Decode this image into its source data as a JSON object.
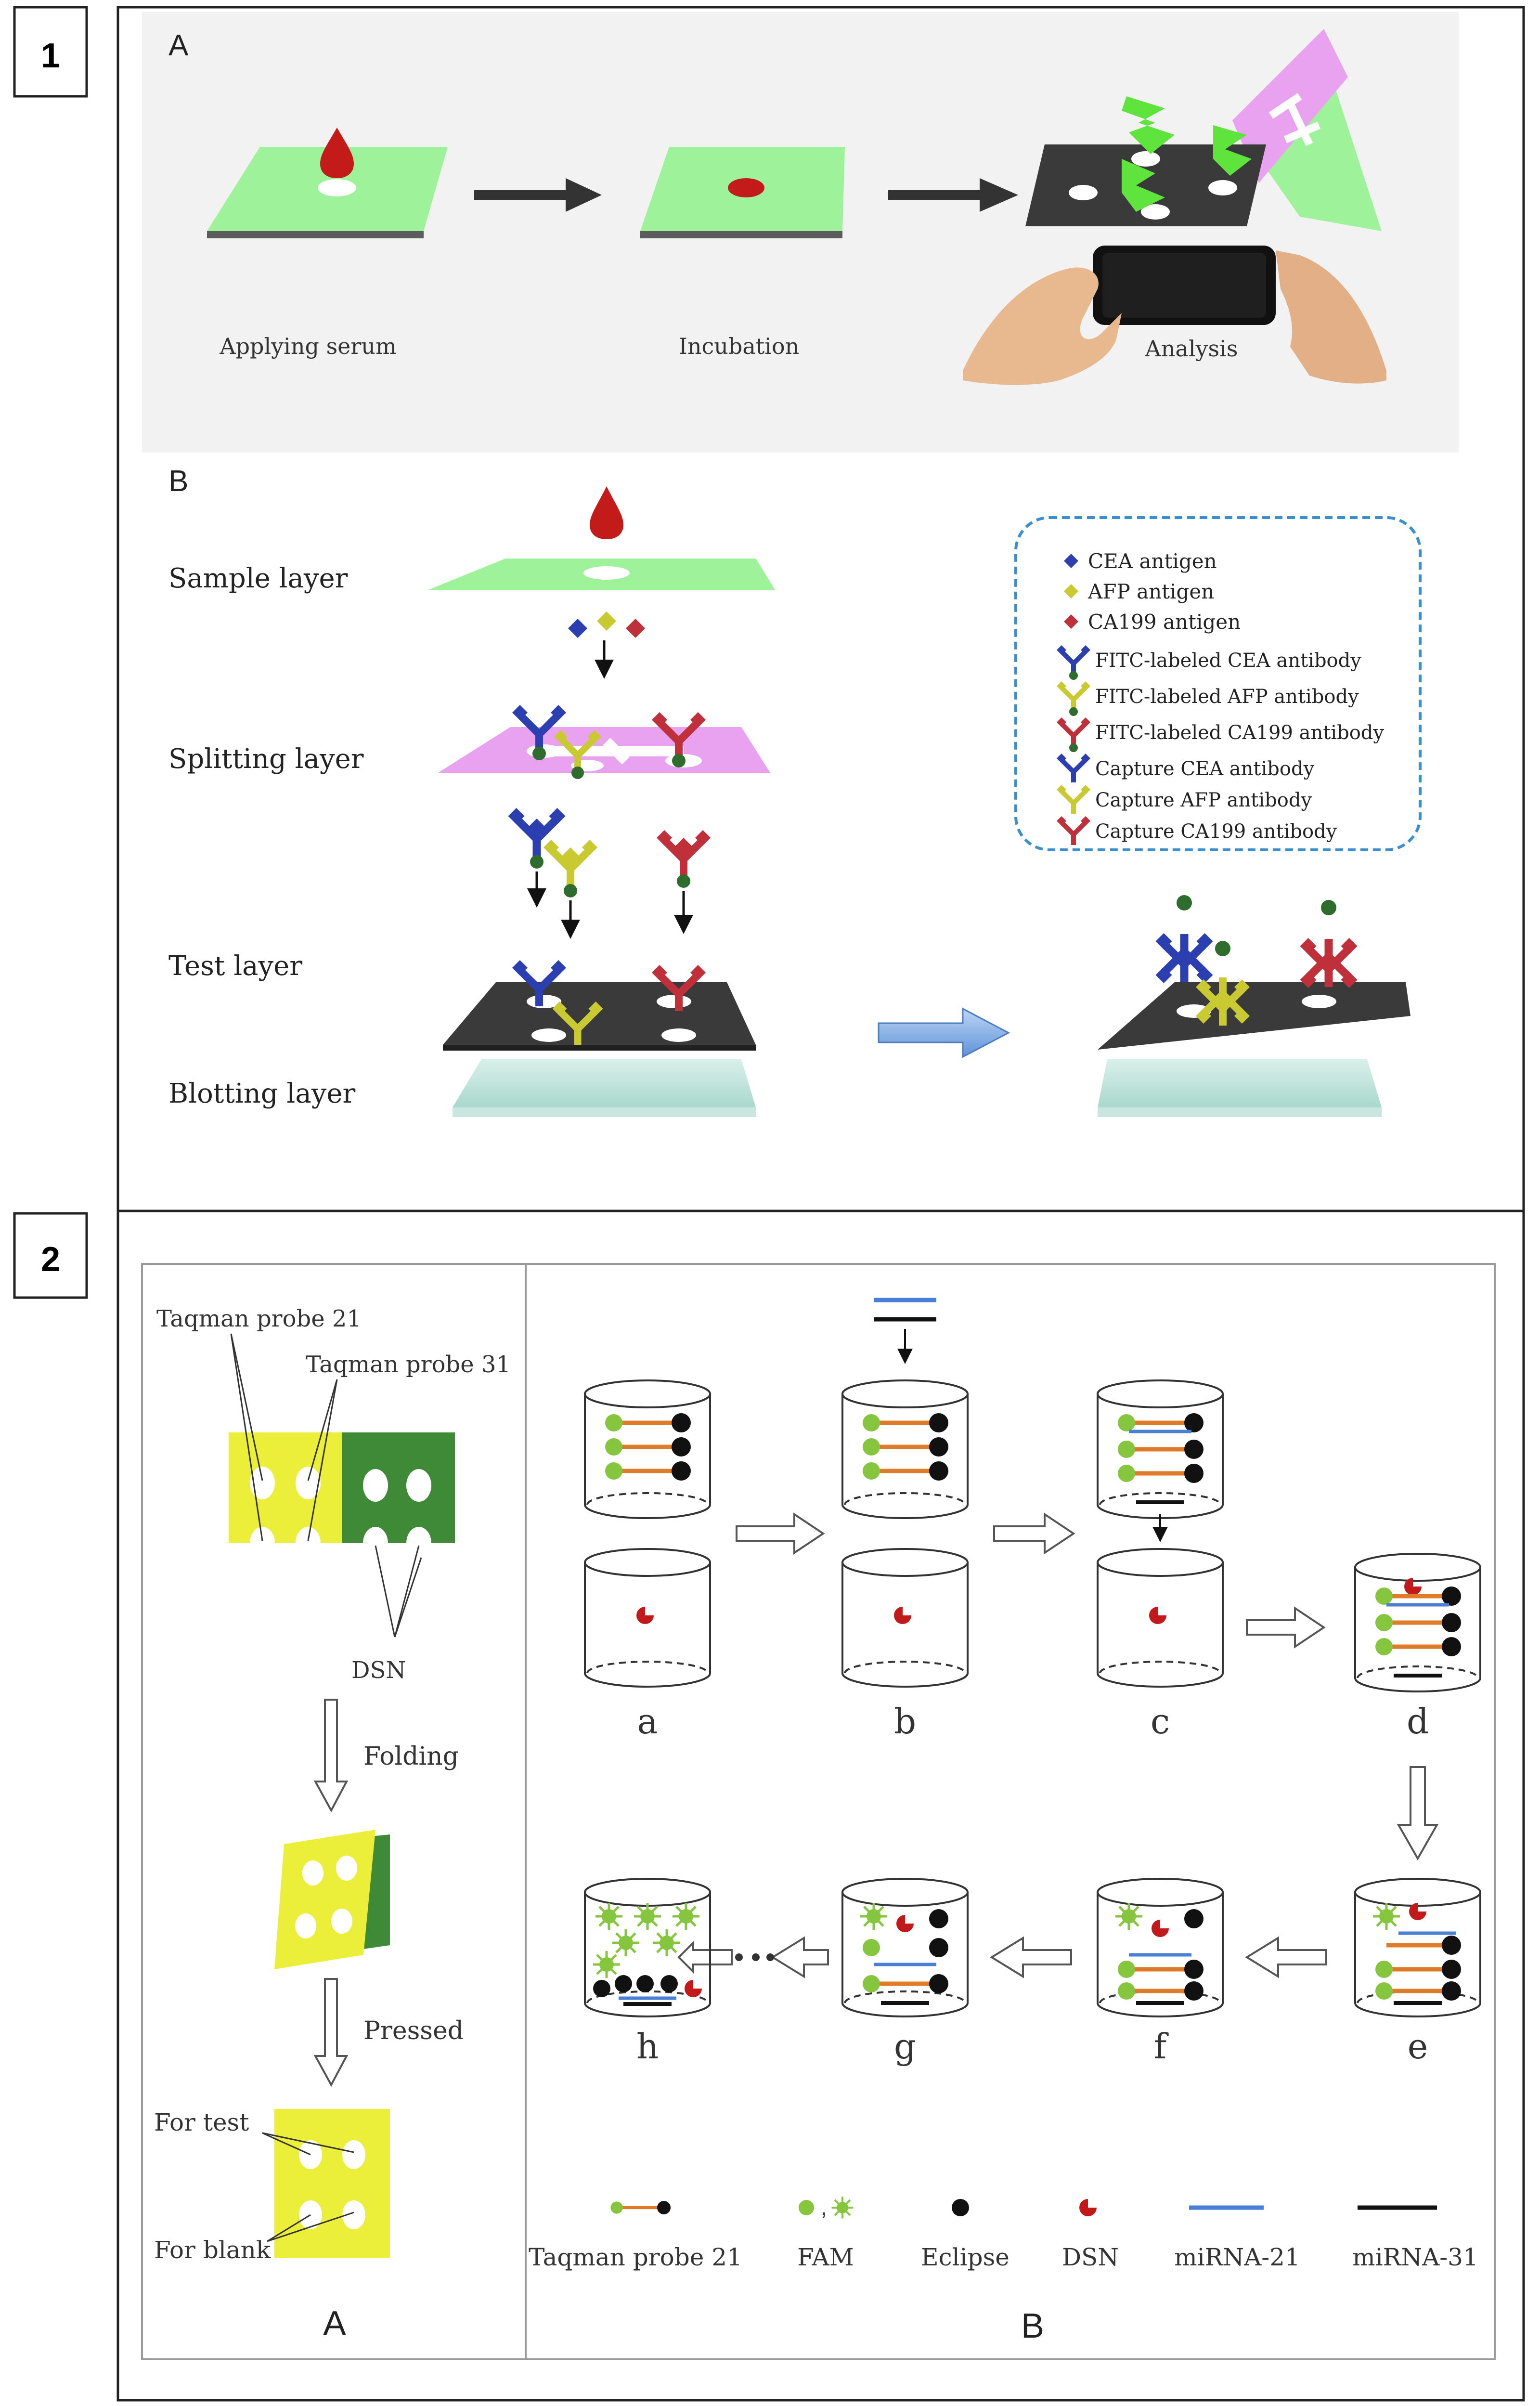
{
  "panel1": {
    "number": "1",
    "partA": {
      "letter": "A",
      "steps": [
        "Applying serum",
        "Incubation",
        "Analysis"
      ]
    },
    "partB": {
      "letter": "B",
      "layers": [
        "Sample layer",
        "Splitting layer",
        "Test layer",
        "Blotting layer"
      ],
      "legend": [
        {
          "label": "CEA antigen",
          "color": "#2b3fb0",
          "shape": "diamond"
        },
        {
          "label": "AFP  antigen",
          "color": "#c9c931",
          "shape": "diamond"
        },
        {
          "label": "CA199 antigen",
          "color": "#c0303a",
          "shape": "diamond"
        },
        {
          "label": "FITC-labeled CEA  antibody",
          "color": "#2b3fb0",
          "shape": "antibody-labeled"
        },
        {
          "label": "FITC-labeled AFP  antibody",
          "color": "#c9c931",
          "shape": "antibody-labeled"
        },
        {
          "label": "FITC-labeled CA199 antibody",
          "color": "#c0303a",
          "shape": "antibody-labeled"
        },
        {
          "label": "Capture  CEA antibody",
          "color": "#2b3fb0",
          "shape": "antibody"
        },
        {
          "label": "Capture  AFP antibody",
          "color": "#c9c931",
          "shape": "antibody"
        },
        {
          "label": "Capture  CA199 antibody",
          "color": "#c0303a",
          "shape": "antibody"
        }
      ]
    }
  },
  "panel2": {
    "number": "2",
    "partA": {
      "letter": "A",
      "probe21": "Taqman probe 21",
      "probe31": "Taqman probe 31",
      "dsn": "DSN",
      "folding": "Folding",
      "pressed": "Pressed",
      "forTest": "For test",
      "forBlank": "For blank"
    },
    "partB": {
      "letter": "B",
      "steps": [
        "a",
        "b",
        "c",
        "d",
        "e",
        "f",
        "g",
        "h"
      ],
      "legend": [
        "Taqman probe 21",
        "FAM",
        "Eclipse",
        "DSN",
        "miRNA-21",
        "miRNA-31"
      ],
      "famSeparator": ","
    }
  },
  "colors": {
    "green_paper": "#9ef29a",
    "pink_paper": "#e9a2ef",
    "black_paper": "#3a3a3a",
    "yellow": "#ecef3a",
    "dark_green": "#3f8a37",
    "probe_orange": "#e07b2a",
    "fam_green": "#86c63f",
    "dsn_red": "#c21a1a",
    "mirna21_blue": "#4a7fd6"
  }
}
